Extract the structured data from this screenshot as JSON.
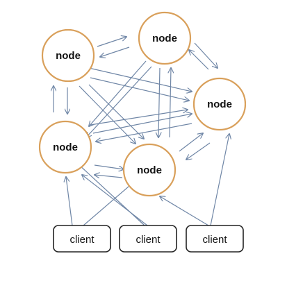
{
  "diagram": {
    "nodes": [
      {
        "id": "n1",
        "label": "node"
      },
      {
        "id": "n2",
        "label": "node"
      },
      {
        "id": "n3",
        "label": "node"
      },
      {
        "id": "n4",
        "label": "node"
      },
      {
        "id": "n5",
        "label": "node"
      }
    ],
    "clients": [
      {
        "id": "c1",
        "label": "client"
      },
      {
        "id": "c2",
        "label": "client"
      },
      {
        "id": "c3",
        "label": "client"
      }
    ],
    "colors": {
      "node_stroke": "#d9a05b",
      "arrow": "#6f86a6",
      "client_stroke": "#222222"
    }
  }
}
